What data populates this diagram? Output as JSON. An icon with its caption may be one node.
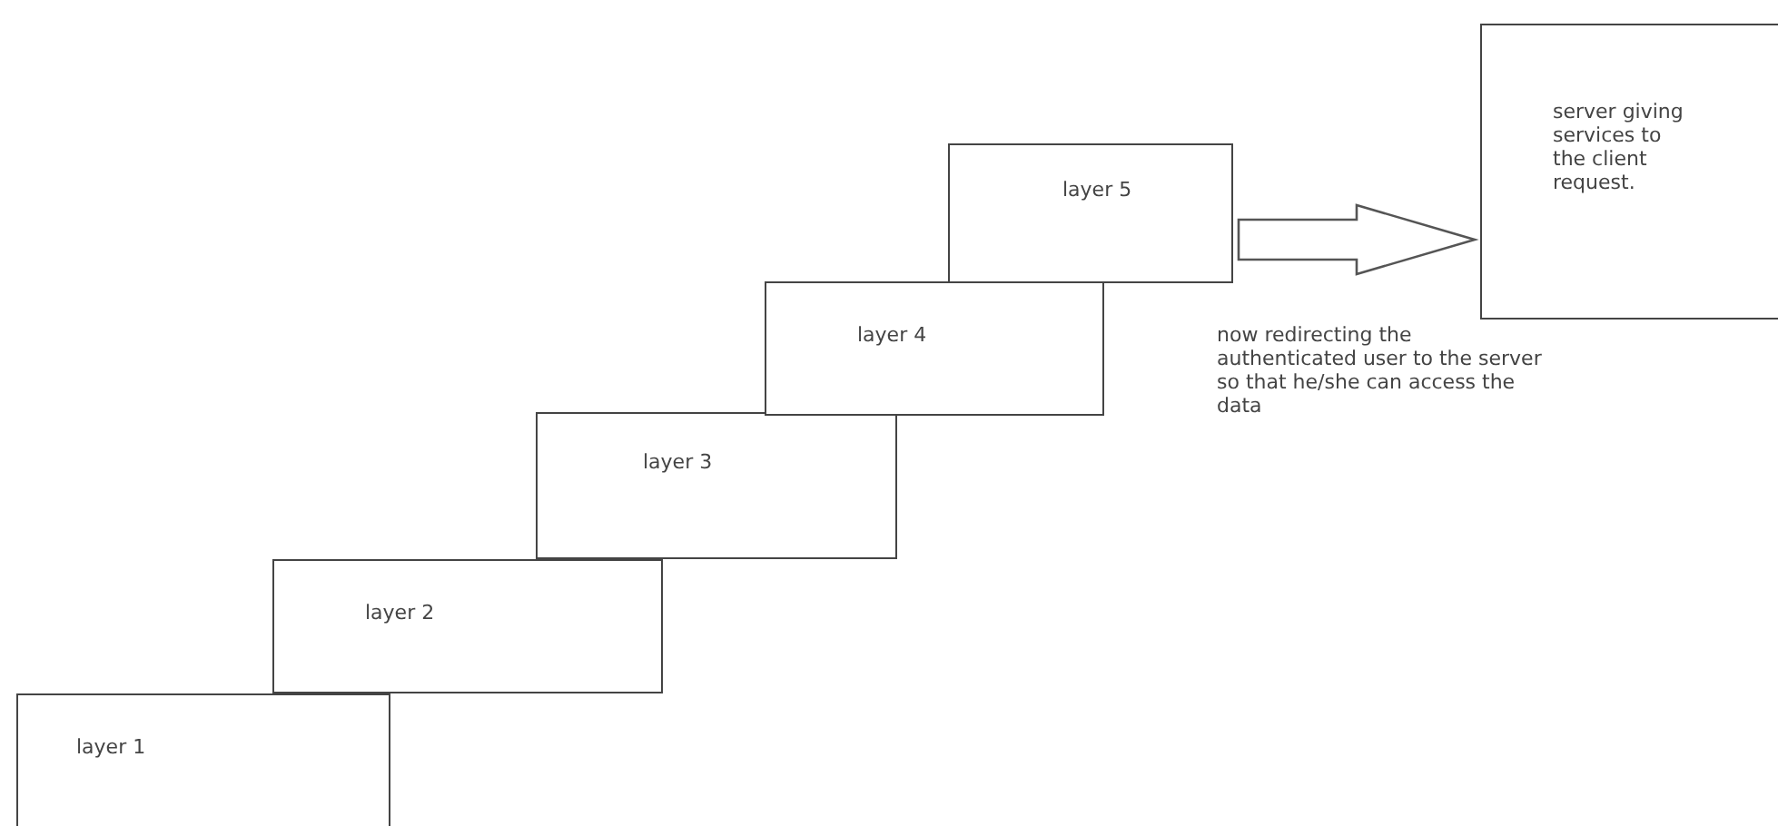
{
  "diagram": {
    "nodes": [
      {
        "text": [
          "layer 1"
        ]
      },
      {
        "text": [
          "layer 2"
        ]
      },
      {
        "text": [
          "layer 3"
        ]
      },
      {
        "text": [
          "layer 4"
        ]
      },
      {
        "text": [
          "layer 5"
        ]
      },
      {
        "text": [
          "server giving services to the client request."
        ]
      }
    ],
    "edges": [
      {
        "from": 4,
        "to": 5,
        "arrow": "to",
        "label": "now redirecting the authenticated user to the server so that he/she can access the data"
      }
    ]
  }
}
